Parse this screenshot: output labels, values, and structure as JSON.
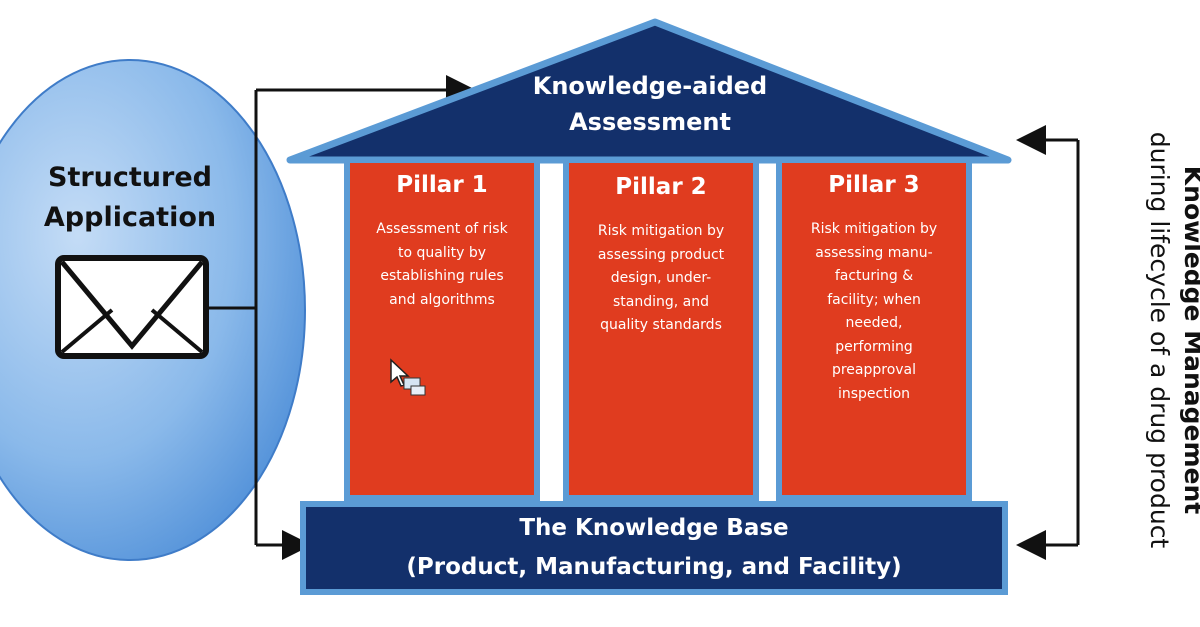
{
  "application": {
    "line1": "Structured",
    "line2": "Application",
    "icon": "envelope-icon"
  },
  "roof": {
    "line1": "Knowledge-aided",
    "line2": "Assessment"
  },
  "pillars": [
    {
      "title": "Pillar 1",
      "lines": [
        "Assessment of risk",
        "to quality by",
        "establishing rules",
        "and algorithms"
      ]
    },
    {
      "title": "Pillar 2",
      "lines": [
        "Risk mitigation by",
        "assessing product",
        "design, under-",
        "standing, and",
        "quality standards"
      ]
    },
    {
      "title": "Pillar 3",
      "lines": [
        "Risk mitigation by",
        "assessing manu-",
        "facturing &",
        "facility; when",
        "needed,",
        "performing",
        "preapproval",
        "inspection"
      ]
    }
  ],
  "base": {
    "line1": "The Knowledge Base",
    "line2": "(Product, Manufacturing, and Facility)"
  },
  "side": {
    "line1": "Knowledge Management",
    "line2": "during  lifecycle of a drug product"
  },
  "colors": {
    "navy": "#13306b",
    "border_blue": "#5b9bd5",
    "pillar_red": "#e03c1f",
    "ellipse_light": "#b8d4f4",
    "ellipse_dark": "#4f8fd8"
  }
}
